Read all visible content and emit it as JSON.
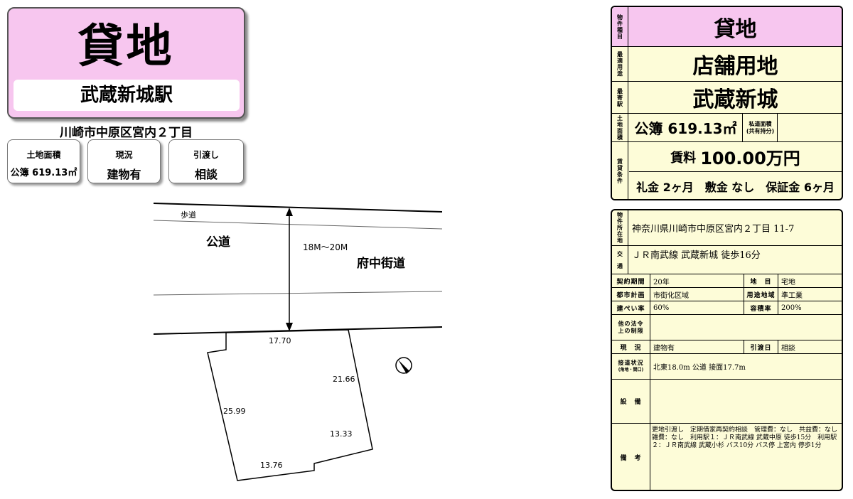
{
  "left": {
    "title": "貸地",
    "station": "武蔵新城駅",
    "address_short": "川崎市中原区宮内２丁目",
    "boxes": [
      {
        "label": "土地面積",
        "value": "公簿 619.13㎡"
      },
      {
        "label": "現況",
        "value": "建物有"
      },
      {
        "label": "引渡し",
        "value": "相談"
      }
    ]
  },
  "map": {
    "sidewalk": "歩道",
    "public_road": "公道",
    "road_width": "18M～20M",
    "road_name": "府中街道",
    "dims": {
      "top": "17.70",
      "right_upper": "21.66",
      "left": "25.99",
      "right_lower": "13.33",
      "bottom": "13.76"
    }
  },
  "right_top": {
    "type_label": "物件種目",
    "type_value": "貸地",
    "use_label": "最適用途",
    "use_value": "店舗用地",
    "station_label": "最寄駅",
    "station_value": "武蔵新城",
    "area_label": "土地面積",
    "area_value": "公簿 619.13㎡",
    "private_road_label": "私道面積(共有持分)",
    "lease_label": "賃貸条件",
    "rent_prefix": "賃料",
    "rent_value": "100.00万円",
    "terms": "礼金 2ヶ月　敷金 なし　保証金 6ヶ月"
  },
  "right_bottom": {
    "location_label": "物件所在地",
    "location_value": "神奈川県川崎市中原区宮内２丁目 11-7",
    "access_label_1": "交",
    "access_label_2": "通",
    "access_value": "ＪＲ南武線 武蔵新城 徒歩16分",
    "contract_period_label": "契約期間",
    "contract_period_value": "20年",
    "land_category_label": "地　目",
    "land_category_value": "宅地",
    "city_plan_label": "都市計画",
    "city_plan_value": "市街化区域",
    "zoning_label": "用途地域",
    "zoning_value": "準工業",
    "coverage_label": "建ぺい率",
    "coverage_value": "60%",
    "far_label": "容積率",
    "far_value": "200%",
    "other_law_label": "他の法令上の制限",
    "status_label": "現　況",
    "status_value": "建物有",
    "delivery_label": "引渡日",
    "delivery_value": "相談",
    "road_contact_label": "接道状況",
    "road_contact_sub": "(角地・間口)",
    "road_contact_value": "北東18.0m 公道 接面17.7m",
    "facility_label": "設　備",
    "remarks_label": "備　考",
    "remarks_value": "更地引渡し　定期借家再契約相談　管理費：なし　共益費：なし　雑費：なし　利用駅１：ＪＲ南武線 武蔵中原 徒歩15分　利用駅２：ＪＲ南武線 武蔵小杉 バス10分 バス停 上宮内 停歩1分"
  }
}
